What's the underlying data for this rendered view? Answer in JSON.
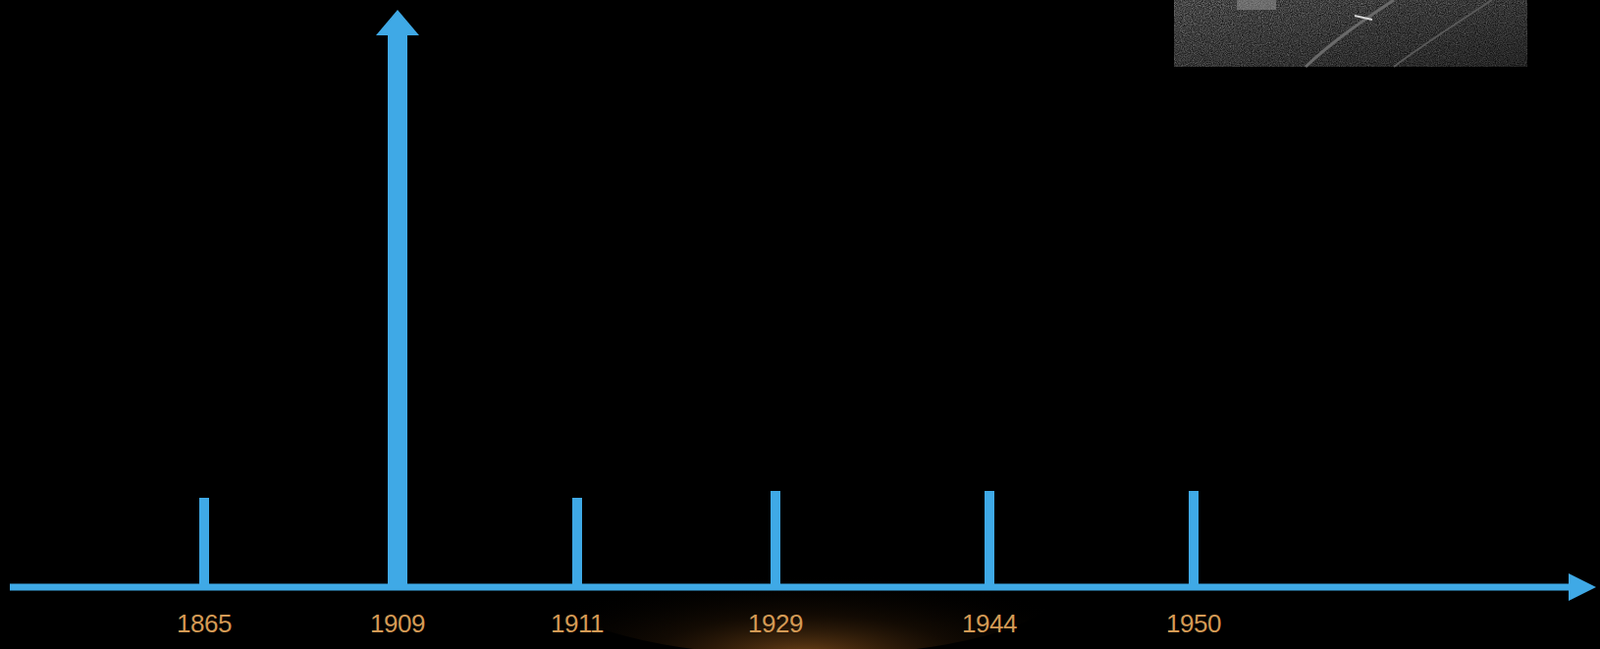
{
  "diagram": {
    "labels": [
      "1865",
      "1909",
      "1911",
      "1929",
      "1944",
      "1950"
    ]
  }
}
